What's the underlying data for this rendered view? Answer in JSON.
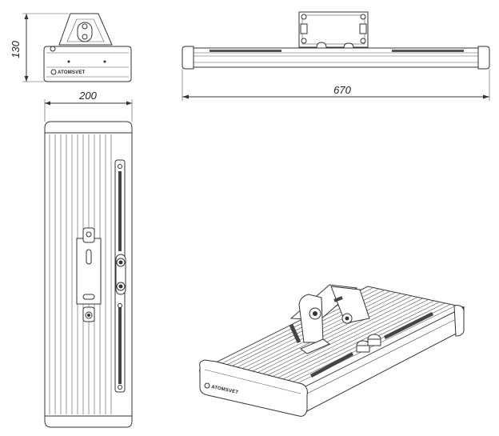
{
  "dimensions": {
    "height": "130",
    "width": "200",
    "length": "670"
  },
  "brand": {
    "logo_text": "ATOMSVET"
  },
  "colors": {
    "line": "#333333",
    "background": "#ffffff"
  }
}
